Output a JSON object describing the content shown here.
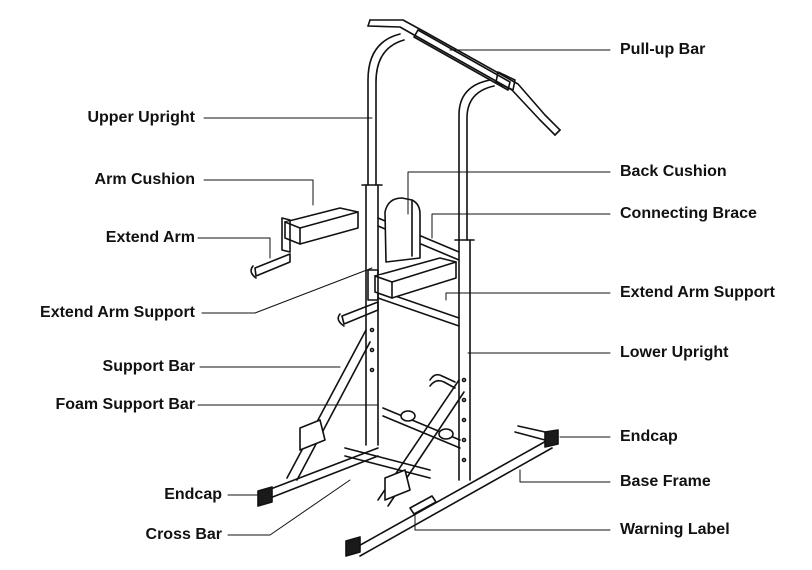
{
  "labels": {
    "pull_up_bar": "Pull-up Bar",
    "upper_upright": "Upper Upright",
    "arm_cushion": "Arm Cushion",
    "back_cushion": "Back Cushion",
    "extend_arm": "Extend Arm",
    "connecting_brace": "Connecting Brace",
    "extend_arm_support_left": "Extend Arm Support",
    "extend_arm_support_right": "Extend Arm Support",
    "support_bar": "Support Bar",
    "lower_upright": "Lower Upright",
    "foam_support_bar": "Foam Support Bar",
    "endcap_right": "Endcap",
    "base_frame": "Base Frame",
    "endcap_left": "Endcap",
    "cross_bar": "Cross Bar",
    "warning_label": "Warning Label"
  },
  "colors": {
    "line": "#111111",
    "cushion_fill": "#ffffff",
    "endcap_fill": "#1a1a1a",
    "background": "#ffffff"
  }
}
